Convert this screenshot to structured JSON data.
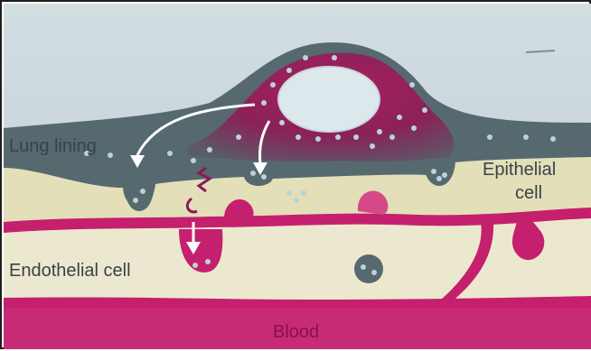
{
  "labels": {
    "lung_lining": "Lung lining",
    "epithelial_line1": "Epithelial",
    "epithelial_line2": "cell",
    "endothelial": "Endothelial cell",
    "blood": "Blood"
  },
  "colors": {
    "frame": "#1e1e1e",
    "sky": "#c3d0d6",
    "sky_light": "#d8e2e6",
    "lining": "#55686f",
    "epithelium_tissue": "#e4dfba",
    "interstitium": "#ede9d0",
    "magenta": "#c4206e",
    "magenta_dark": "#8c1a55",
    "nucleus": "#dde8ec",
    "dot": "#b8d3dd",
    "blood": "#c72b76",
    "label_dark": "#3a4248",
    "label_blood": "#8a1050",
    "arrow": "#ffffff"
  }
}
